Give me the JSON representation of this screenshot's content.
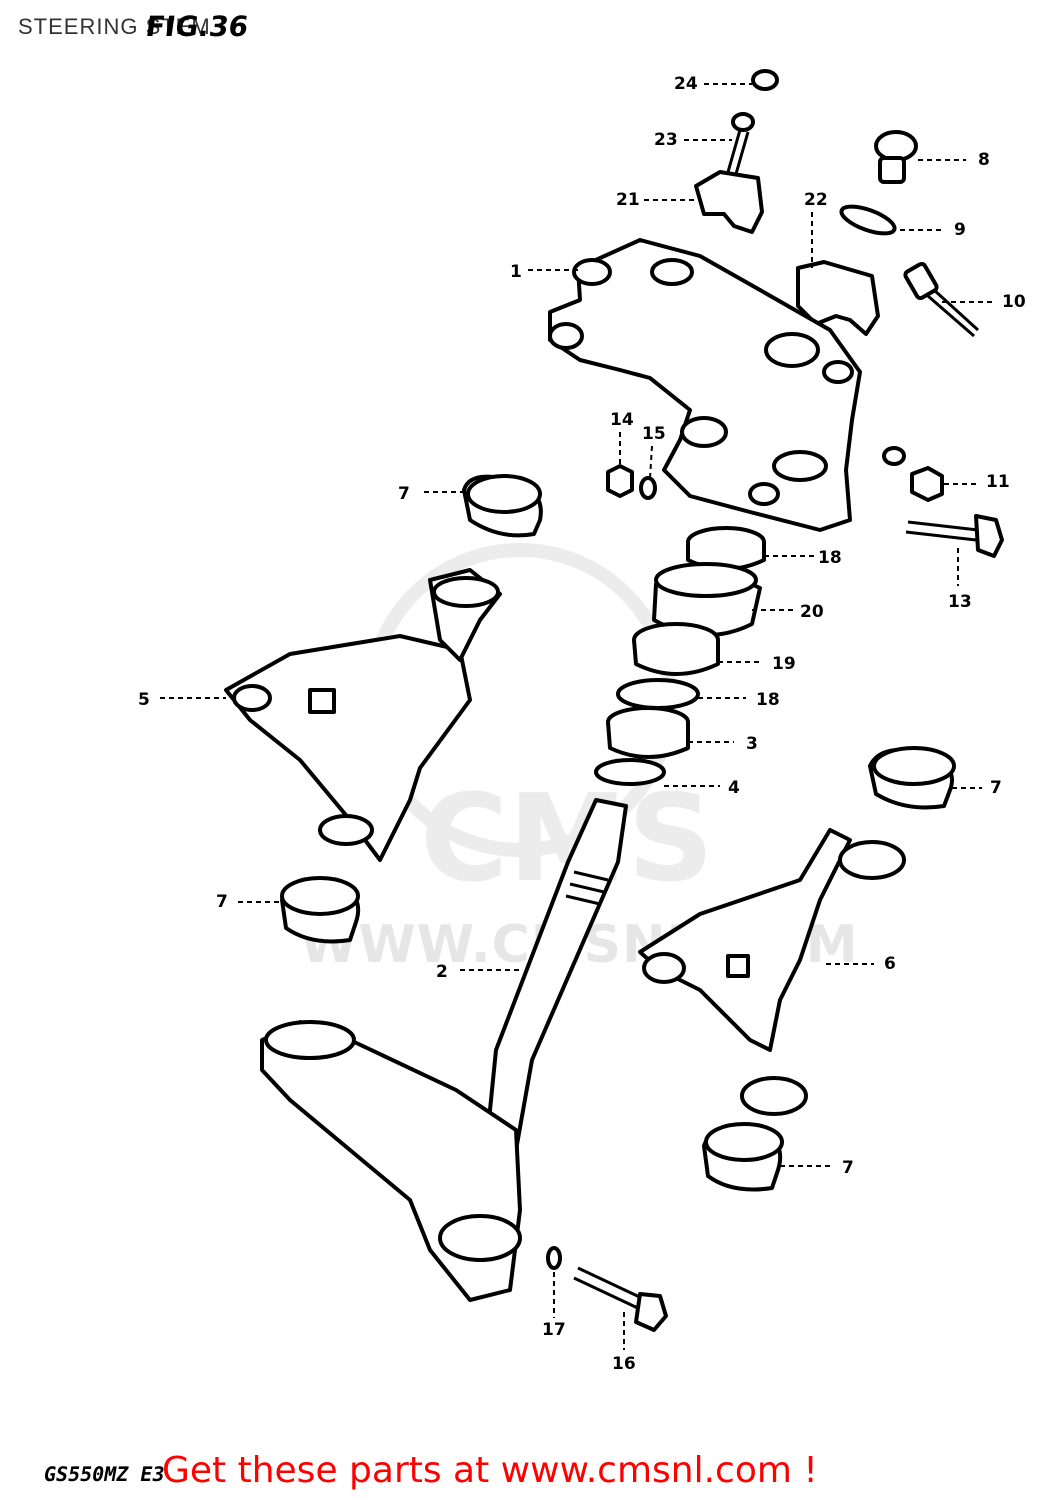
{
  "header": {
    "title": "STEERING STEM",
    "figure": "FIG.36"
  },
  "watermark": {
    "logo": "CMS",
    "url": "WWW.CMSNL.COM"
  },
  "footer": {
    "model_code": "GS550MZ E3",
    "promo": "Get these parts at www.cmsnl.com !"
  },
  "callouts": [
    {
      "id": "c1",
      "text": "1"
    },
    {
      "id": "c2",
      "text": "2"
    },
    {
      "id": "c3",
      "text": "3"
    },
    {
      "id": "c4",
      "text": "4"
    },
    {
      "id": "c5",
      "text": "5"
    },
    {
      "id": "c6",
      "text": "6"
    },
    {
      "id": "c7a",
      "text": "7"
    },
    {
      "id": "c7b",
      "text": "7"
    },
    {
      "id": "c7c",
      "text": "7"
    },
    {
      "id": "c7d",
      "text": "7"
    },
    {
      "id": "c8",
      "text": "8"
    },
    {
      "id": "c9",
      "text": "9"
    },
    {
      "id": "c10",
      "text": "10"
    },
    {
      "id": "c11",
      "text": "11"
    },
    {
      "id": "c13",
      "text": "13"
    },
    {
      "id": "c14",
      "text": "14"
    },
    {
      "id": "c15",
      "text": "15"
    },
    {
      "id": "c16",
      "text": "16"
    },
    {
      "id": "c17",
      "text": "17"
    },
    {
      "id": "c18a",
      "text": "18"
    },
    {
      "id": "c18b",
      "text": "18"
    },
    {
      "id": "c19",
      "text": "19"
    },
    {
      "id": "c20",
      "text": "20"
    },
    {
      "id": "c21",
      "text": "21"
    },
    {
      "id": "c22",
      "text": "22"
    },
    {
      "id": "c23",
      "text": "23"
    },
    {
      "id": "c24",
      "text": "24"
    }
  ]
}
